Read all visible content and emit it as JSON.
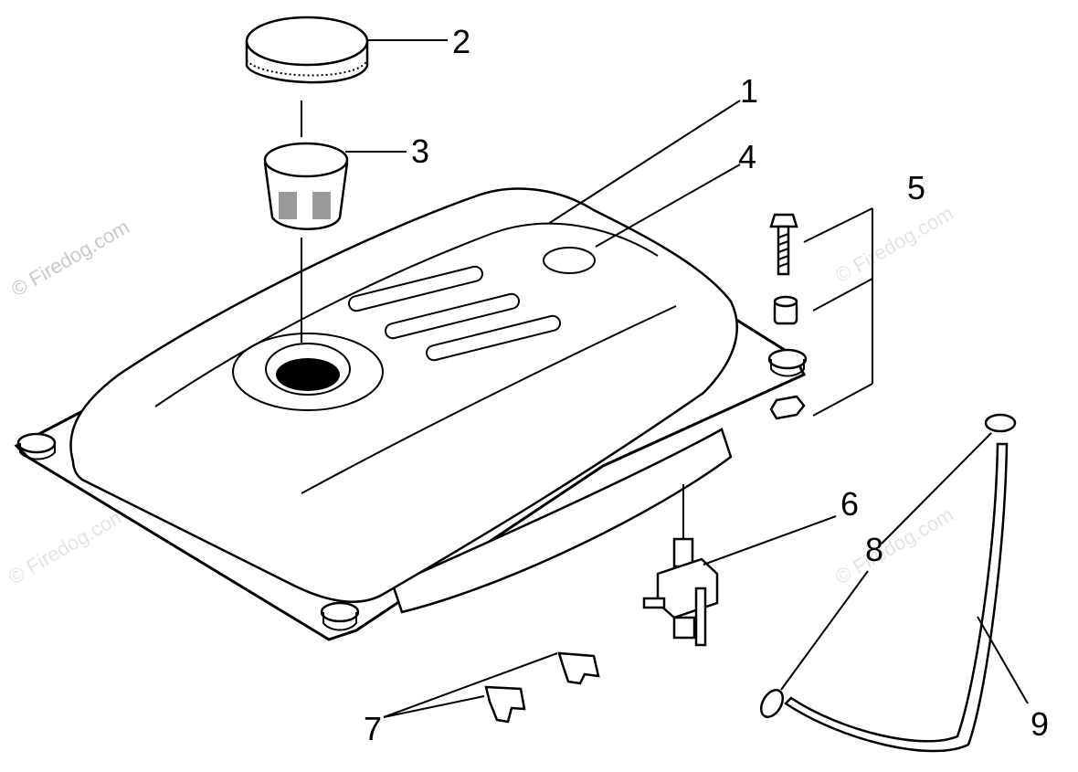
{
  "watermark": {
    "main": "© Firedog.com",
    "faint": "© Firedog.com"
  },
  "callouts": [
    {
      "id": "1",
      "label": "1"
    },
    {
      "id": "2",
      "label": "2"
    },
    {
      "id": "3",
      "label": "3"
    },
    {
      "id": "4",
      "label": "4"
    },
    {
      "id": "5",
      "label": "5"
    },
    {
      "id": "6",
      "label": "6"
    },
    {
      "id": "7",
      "label": "7"
    },
    {
      "id": "8",
      "label": "8"
    },
    {
      "id": "9",
      "label": "9"
    }
  ],
  "colors": {
    "line": "#000000",
    "background": "#ffffff",
    "watermark": "#c9c9c9"
  }
}
